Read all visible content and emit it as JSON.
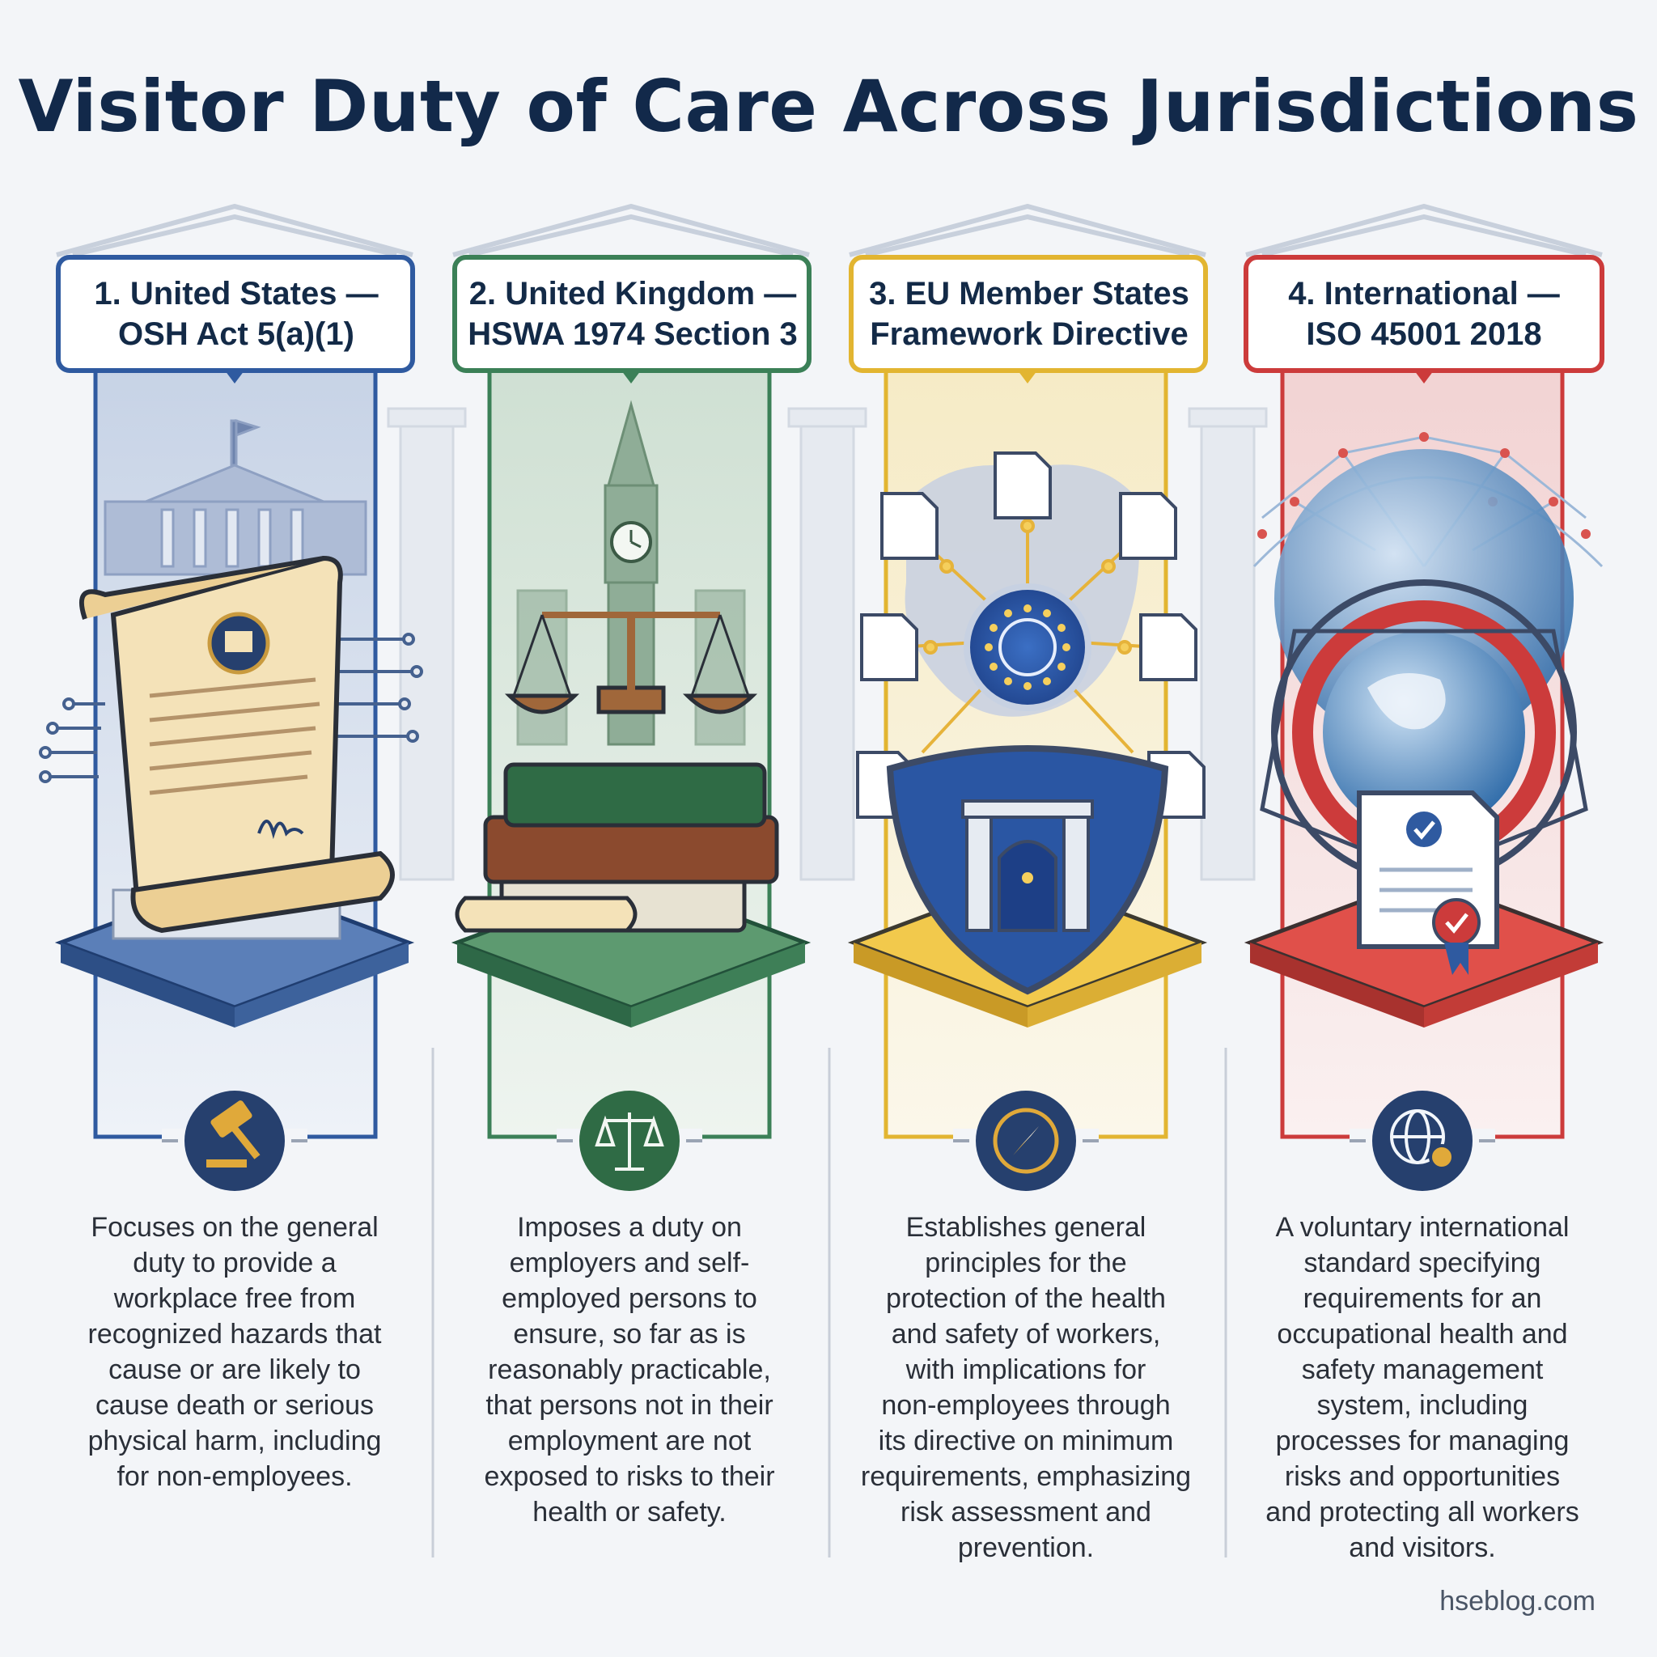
{
  "title": "Visitor Duty of Care Across Jurisdictions",
  "columns": [
    {
      "title_lines": [
        "1. United States —",
        "OSH Act 5(a)(1)"
      ],
      "color": "#2f5aa0",
      "illustration_icon": "scroll-document-icon",
      "badge_icon": "gavel-icon",
      "description_lines": [
        "Focuses on the general",
        "duty to provide a",
        "workplace free from",
        "recognized hazards that",
        "cause or are likely to",
        "cause death or serious",
        "physical harm, including",
        "for non-employees."
      ]
    },
    {
      "title_lines": [
        "2. United Kingdom —",
        "HSWA 1974 Section 3"
      ],
      "color": "#3b8057",
      "illustration_icon": "scales-on-books-icon",
      "badge_icon": "scales-icon",
      "description_lines": [
        "Imposes a duty on",
        "employers and self-",
        "employed persons to",
        "ensure, so far as is",
        "reasonably practicable,",
        "that persons not in their",
        "employment are not",
        "exposed to risks to their",
        "health or safety."
      ]
    },
    {
      "title_lines": [
        "3. EU Member States",
        "Framework Directive"
      ],
      "color": "#e2b531",
      "illustration_icon": "eu-network-shield-icon",
      "badge_icon": "compass-icon",
      "description_lines": [
        "Establishes general",
        "principles for the",
        "protection of the health",
        "and safety of workers,",
        "with implications for",
        "non-employees through",
        "its directive on minimum",
        "requirements, emphasizing",
        "risk assessment and",
        "prevention."
      ]
    },
    {
      "title_lines": [
        "4. International —",
        "ISO 45001 2018"
      ],
      "color": "#cc3b3b",
      "illustration_icon": "globe-certificate-icon",
      "badge_icon": "globe-gear-icon",
      "description_lines": [
        "A voluntary international",
        "standard specifying",
        "requirements for an",
        "occupational health and",
        "safety management",
        "system, including",
        "processes for managing",
        "risks and opportunities",
        "and protecting all workers",
        "and visitors."
      ]
    }
  ],
  "credit": "hseblog.com"
}
